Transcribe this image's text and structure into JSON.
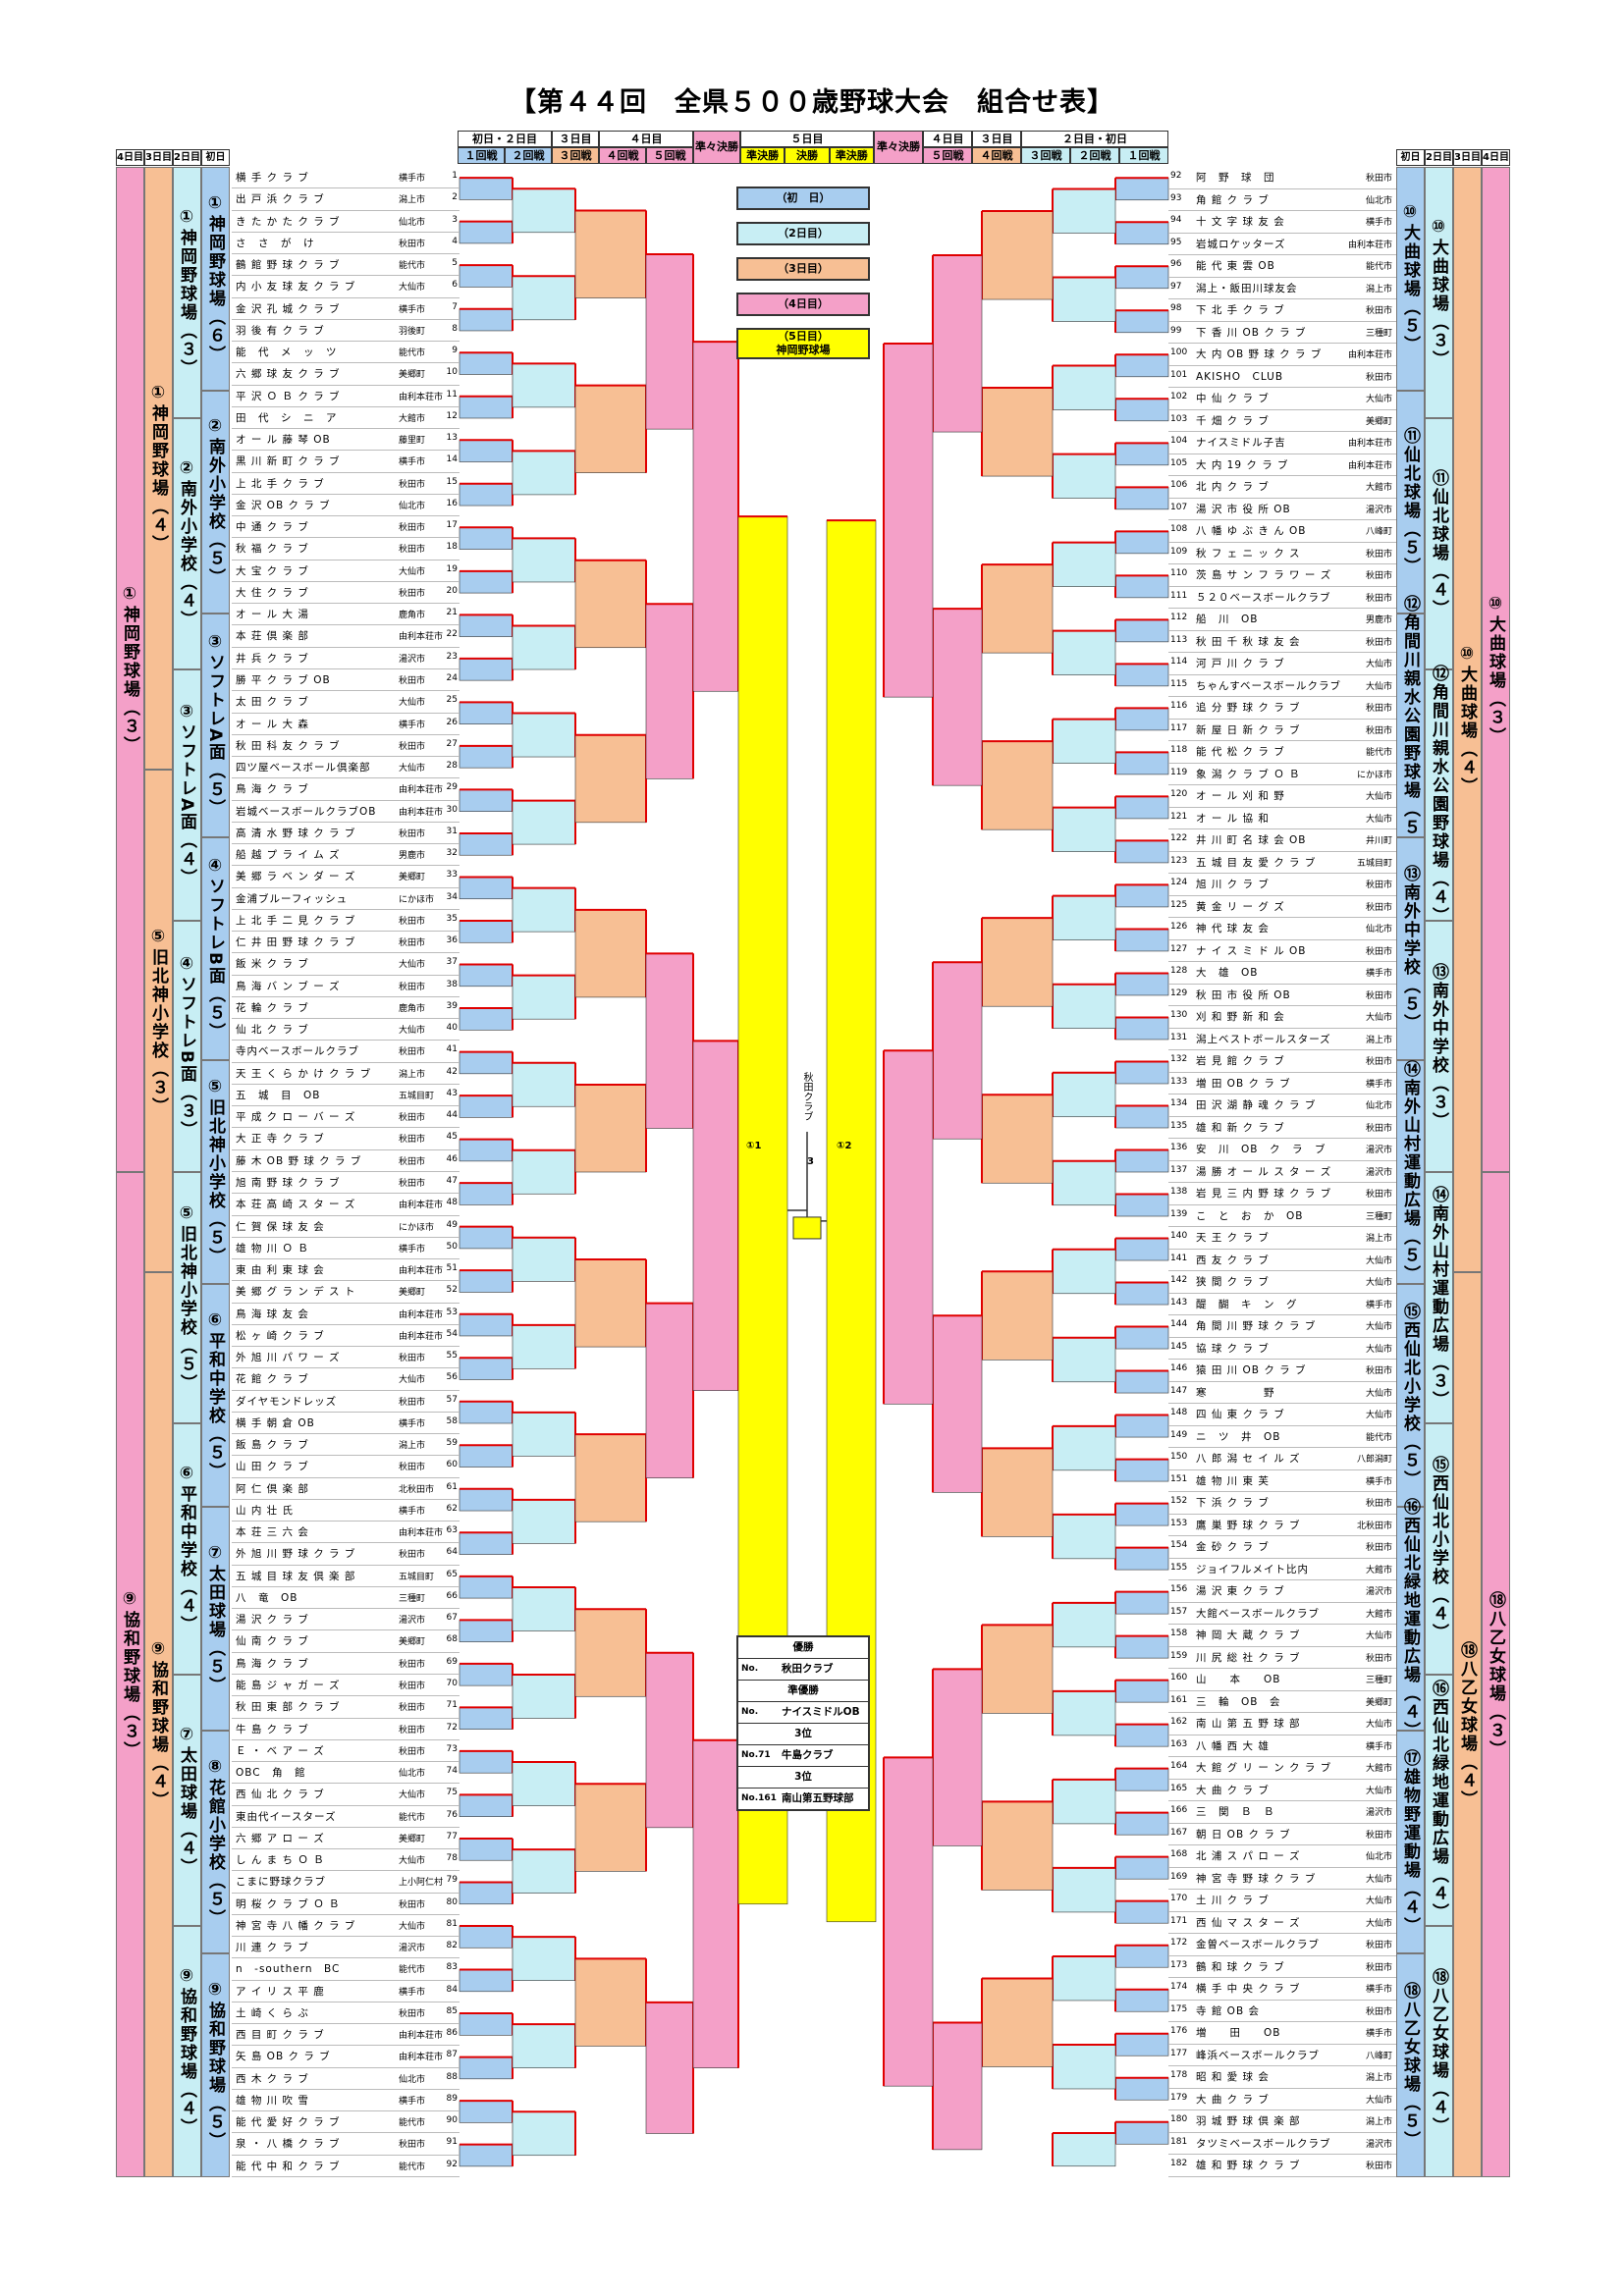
{
  "title": "【第４４回　全県５００歳野球大会　組合せ表】",
  "header": {
    "left": [
      {
        "label": "初日・２日目",
        "sub": [
          "１回戦",
          "２回戦"
        ]
      },
      {
        "label": "３日目",
        "sub": [
          "３回戦"
        ]
      },
      {
        "label": "４日目",
        "sub": [
          "４回戦",
          "５回戦"
        ]
      },
      {
        "label": "準々決勝",
        "sub": []
      }
    ],
    "center": {
      "label": "５日目",
      "sub": [
        "準決勝",
        "決勝",
        "準決勝"
      ]
    },
    "right": [
      {
        "label": "準々決勝",
        "sub": []
      },
      {
        "label": "４日目",
        "sub": [
          "５回戦"
        ]
      },
      {
        "label": "３日目",
        "sub": [
          "４回戦"
        ]
      },
      {
        "label": "２日目・初日",
        "sub": [
          "３回戦",
          "２回戦",
          "１回戦"
        ]
      }
    ],
    "day_cols_left": [
      "4日目",
      "3日目",
      "2日目",
      "初日"
    ],
    "day_cols_right": [
      "初日",
      "2日目",
      "3日目",
      "4日目"
    ]
  },
  "colors": {
    "day1": "#a8cdef",
    "day2": "#c8eef4",
    "day3": "#f7bf94",
    "day4": "#f4a0c8",
    "day5": "#ffff00",
    "line": "#e00000"
  },
  "legend": [
    {
      "label": "（初　日）",
      "color": "#a8cdef"
    },
    {
      "label": "（2日目）",
      "color": "#c8eef4"
    },
    {
      "label": "（3日目）",
      "color": "#f7bf94"
    },
    {
      "label": "（4日目）",
      "color": "#f4a0c8"
    },
    {
      "label": "（5日目）\n神岡野球場",
      "color": "#ffff00"
    }
  ],
  "venues_left": {
    "day4": [
      {
        "name": "①神岡野球場（３）"
      },
      {
        "name": "⑨協和野球場（３）"
      }
    ],
    "day3": [
      {
        "name": "①神岡野球場（４）"
      },
      {
        "name": "⑤旧北神小学校（３）"
      },
      {
        "name": "⑨協和野球場（４）"
      }
    ],
    "day2": [
      {
        "name": "①神岡野球場（３）"
      },
      {
        "name": "②南外小学校（４）"
      },
      {
        "name": "③ソフトレA面（４）"
      },
      {
        "name": "④ソフトレB面（３）"
      },
      {
        "name": "⑤旧北神小学校（５）"
      },
      {
        "name": "⑥平和中学校（４）"
      },
      {
        "name": "⑦太田球場（４）"
      },
      {
        "name": "⑨協和野球場（４）"
      }
    ],
    "day1": [
      {
        "name": "①神岡野球場（６）"
      },
      {
        "name": "②南外小学校（５）"
      },
      {
        "name": "③ソフトレA面（５）"
      },
      {
        "name": "④ソフトレB面（５）"
      },
      {
        "name": "⑤旧北神小学校（５）"
      },
      {
        "name": "⑥平和中学校（５）"
      },
      {
        "name": "⑦太田球場（５）"
      },
      {
        "name": "⑧花館小学校（５）"
      },
      {
        "name": "⑨協和野球場（５）"
      }
    ]
  },
  "venues_right": {
    "day1": [
      {
        "name": "⑩大曲球場（５）"
      },
      {
        "name": "⑪仙北球場（５）"
      },
      {
        "name": "⑫角間川親水公園野球場（５）"
      },
      {
        "name": "⑬南外中学校（５）"
      },
      {
        "name": "⑭南外山村運動広場（５）"
      },
      {
        "name": "⑮西仙北小学校（５）"
      },
      {
        "name": "⑯西仙北緑地運動広場（４）"
      },
      {
        "name": "⑰雄物野運動場（４）"
      },
      {
        "name": "⑱八乙女球場（５）"
      }
    ],
    "day2": [
      {
        "name": "⑩大曲球場（３）"
      },
      {
        "name": "⑪仙北球場（４）"
      },
      {
        "name": "⑫角間川親水公園野球場（４）"
      },
      {
        "name": "⑬南外中学校（３）"
      },
      {
        "name": "⑭南外山村運動広場（３）"
      },
      {
        "name": "⑮西仙北小学校（４）"
      },
      {
        "name": "⑯西仙北緑地運動広場（４）"
      },
      {
        "name": "⑱八乙女球場（４）"
      }
    ],
    "day3": [
      {
        "name": "⑩大曲球場（４）"
      },
      {
        "name": "⑱八乙女球場（４）"
      }
    ],
    "day4": [
      {
        "name": "⑩大曲球場（３）"
      },
      {
        "name": "⑱八乙女球場（３）"
      }
    ]
  },
  "teams_left": [
    {
      "no": "1",
      "name": "横 手 ク ラ ブ",
      "city": "横手市"
    },
    {
      "no": "2",
      "name": "出 戸 浜 ク ラ ブ",
      "city": "潟上市"
    },
    {
      "no": "3",
      "name": "き た か た ク ラ ブ",
      "city": "仙北市"
    },
    {
      "no": "4",
      "name": "さ　さ　が　け",
      "city": "秋田市"
    },
    {
      "no": "5",
      "name": "鶴 館 野 球 ク ラ ブ",
      "city": "能代市"
    },
    {
      "no": "6",
      "name": "内 小 友 球 友 ク ラ ブ",
      "city": "大仙市"
    },
    {
      "no": "7",
      "name": "金 沢 孔 城 ク ラ ブ",
      "city": "横手市"
    },
    {
      "no": "8",
      "name": "羽 後 有 ク ラ ブ",
      "city": "羽後町"
    },
    {
      "no": "9",
      "name": "能　代　メ　ッ　ツ",
      "city": "能代市"
    },
    {
      "no": "10",
      "name": "六 郷 球 友 ク ラ ブ",
      "city": "美郷町"
    },
    {
      "no": "11",
      "name": "平 沢 Ｏ Ｂ ク ラ ブ",
      "city": "由利本荘市"
    },
    {
      "no": "12",
      "name": "田　代　シ　ニ　ア",
      "city": "大館市"
    },
    {
      "no": "13",
      "name": "オ ー ル 藤 琴 OB",
      "city": "藤里町"
    },
    {
      "no": "14",
      "name": "黒 川 新 町 ク ラ ブ",
      "city": "横手市"
    },
    {
      "no": "15",
      "name": "上 北 手 ク ラ ブ",
      "city": "秋田市"
    },
    {
      "no": "16",
      "name": "金 沢 OB ク ラ ブ",
      "city": "仙北市"
    },
    {
      "no": "17",
      "name": "中 通 ク ラ ブ",
      "city": "秋田市"
    },
    {
      "no": "18",
      "name": "秋 福 ク ラ ブ",
      "city": "秋田市"
    },
    {
      "no": "19",
      "name": "大 宝 ク ラ ブ",
      "city": "大仙市"
    },
    {
      "no": "20",
      "name": "大 住 ク ラ ブ",
      "city": "秋田市"
    },
    {
      "no": "21",
      "name": "オ ー ル 大 湯",
      "city": "鹿角市"
    },
    {
      "no": "22",
      "name": "本 荘 倶 楽 部",
      "city": "由利本荘市"
    },
    {
      "no": "23",
      "name": "井 兵 ク ラ ブ",
      "city": "湯沢市"
    },
    {
      "no": "24",
      "name": "勝 平 ク ラ ブ OB",
      "city": "秋田市"
    },
    {
      "no": "25",
      "name": "太 田 ク ラ ブ",
      "city": "大仙市"
    },
    {
      "no": "26",
      "name": "オ ー ル 大 森",
      "city": "横手市"
    },
    {
      "no": "27",
      "name": "秋 田 科 友 ク ラ ブ",
      "city": "秋田市"
    },
    {
      "no": "28",
      "name": "四ツ屋ベースボール倶楽部",
      "city": "大仙市"
    },
    {
      "no": "29",
      "name": "鳥 海 ク ラ ブ",
      "city": "由利本荘市"
    },
    {
      "no": "30",
      "name": "岩城ベースボールクラブOB",
      "city": "由利本荘市"
    },
    {
      "no": "31",
      "name": "高 清 水 野 球 ク ラ ブ",
      "city": "秋田市"
    },
    {
      "no": "32",
      "name": "船 越 プ ラ イ ム ズ",
      "city": "男鹿市"
    },
    {
      "no": "33",
      "name": "美 郷 ラ ベ ン ダ ー ズ",
      "city": "美郷町"
    },
    {
      "no": "34",
      "name": "金浦ブルーフィッシュ",
      "city": "にかほ市"
    },
    {
      "no": "35",
      "name": "上 北 手 二 見 ク ラ ブ",
      "city": "秋田市"
    },
    {
      "no": "36",
      "name": "仁 井 田 野 球 ク ラ ブ",
      "city": "秋田市"
    },
    {
      "no": "37",
      "name": "飯 米 ク ラ ブ",
      "city": "大仙市"
    },
    {
      "no": "38",
      "name": "鳥 海 バ ン ブ ー ズ",
      "city": "秋田市"
    },
    {
      "no": "39",
      "name": "花 輪 ク ラ ブ",
      "city": "鹿角市"
    },
    {
      "no": "40",
      "name": "仙 北 ク ラ ブ",
      "city": "大仙市"
    },
    {
      "no": "41",
      "name": "寺内ベースボールクラブ",
      "city": "秋田市"
    },
    {
      "no": "42",
      "name": "天 王 く ら か け ク ラ ブ",
      "city": "潟上市"
    },
    {
      "no": "43",
      "name": "五　城　目　OB",
      "city": "五城目町"
    },
    {
      "no": "44",
      "name": "平 成 ク ロ ー バ ー ズ",
      "city": "秋田市"
    },
    {
      "no": "45",
      "name": "大 正 寺 ク ラ ブ",
      "city": "秋田市"
    },
    {
      "no": "46",
      "name": "藤 木 OB 野 球 ク ラ ブ",
      "city": "秋田市"
    },
    {
      "no": "47",
      "name": "旭 南 野 球 ク ラ ブ",
      "city": "秋田市"
    },
    {
      "no": "48",
      "name": "本 荘 高 崎 ス タ ー ズ",
      "city": "由利本荘市"
    },
    {
      "no": "49",
      "name": "仁 賀 保 球 友 会",
      "city": "にかほ市"
    },
    {
      "no": "50",
      "name": "雄 物 川 Ｏ Ｂ",
      "city": "横手市"
    },
    {
      "no": "51",
      "name": "東 由 利 東 球 会",
      "city": "由利本荘市"
    },
    {
      "no": "52",
      "name": "美 郷 グ ラ ン デ ス ト",
      "city": "美郷町"
    },
    {
      "no": "53",
      "name": "鳥 海 球 友 会",
      "city": "由利本荘市"
    },
    {
      "no": "54",
      "name": "松 ヶ 崎 ク ラ ブ",
      "city": "由利本荘市"
    },
    {
      "no": "55",
      "name": "外 旭 川 パ ワ ー ズ",
      "city": "秋田市"
    },
    {
      "no": "56",
      "name": "花 館 ク ラ ブ",
      "city": "大仙市"
    },
    {
      "no": "57",
      "name": "ダイヤモンドレッズ",
      "city": "秋田市"
    },
    {
      "no": "58",
      "name": "横 手 朝 倉 OB",
      "city": "横手市"
    },
    {
      "no": "59",
      "name": "飯 島 ク ラ ブ",
      "city": "潟上市"
    },
    {
      "no": "60",
      "name": "山 田 ク ラ ブ",
      "city": "秋田市"
    },
    {
      "no": "61",
      "name": "阿 仁 倶 楽 部",
      "city": "北秋田市"
    },
    {
      "no": "62",
      "name": "山 内 壮 氏",
      "city": "横手市"
    },
    {
      "no": "63",
      "name": "本 荘 三 六 会",
      "city": "由利本荘市"
    },
    {
      "no": "64",
      "name": "外 旭 川 野 球 ク ラ ブ",
      "city": "秋田市"
    },
    {
      "no": "65",
      "name": "五 城 目 球 友 倶 楽 部",
      "city": "五城目町"
    },
    {
      "no": "66",
      "name": "八　竜　OB",
      "city": "三種町"
    },
    {
      "no": "67",
      "name": "湯 沢 ク ラ ブ",
      "city": "湯沢市"
    },
    {
      "no": "68",
      "name": "仙 南 ク ラ ブ",
      "city": "美郷町"
    },
    {
      "no": "69",
      "name": "鳥 海 ク ラ ブ",
      "city": "秋田市"
    },
    {
      "no": "70",
      "name": "能 島 ジ ャ ガ ー ズ",
      "city": "秋田市"
    },
    {
      "no": "71",
      "name": "秋 田 東 部 ク ラ ブ",
      "city": "秋田市"
    },
    {
      "no": "72",
      "name": "牛 島 ク ラ ブ",
      "city": "秋田市"
    },
    {
      "no": "73",
      "name": "Ｅ ・ ベ ア ー ズ",
      "city": "秋田市"
    },
    {
      "no": "74",
      "name": "OBC　角　館",
      "city": "仙北市"
    },
    {
      "no": "75",
      "name": "西 仙 北 ク ラ ブ",
      "city": "大仙市"
    },
    {
      "no": "76",
      "name": "東由代イースターズ",
      "city": "能代市"
    },
    {
      "no": "77",
      "name": "六 郷 ア ロ ー ズ",
      "city": "美郷町"
    },
    {
      "no": "78",
      "name": "し ん ま ち Ｏ Ｂ",
      "city": "大仙市"
    },
    {
      "no": "79",
      "name": "こまに野球クラブ",
      "city": "上小阿仁村"
    },
    {
      "no": "80",
      "name": "明 桜 ク ラ ブ Ｏ Ｂ",
      "city": "秋田市"
    },
    {
      "no": "81",
      "name": "神 宮 寺 八 幡 ク ラ ブ",
      "city": "大仙市"
    },
    {
      "no": "82",
      "name": "川 連 ク ラ ブ",
      "city": "湯沢市"
    },
    {
      "no": "83",
      "name": "n　-southern　BC",
      "city": "能代市"
    },
    {
      "no": "84",
      "name": "ア イ リ ス 平 鹿",
      "city": "横手市"
    },
    {
      "no": "85",
      "name": "土 崎 く ら ぶ",
      "city": "秋田市"
    },
    {
      "no": "86",
      "name": "西 目 町 ク ラ ブ",
      "city": "由利本荘市"
    },
    {
      "no": "87",
      "name": "矢 島 OB ク ラ ブ",
      "city": "由利本荘市"
    },
    {
      "no": "88",
      "name": "西 木 ク ラ ブ",
      "city": "仙北市"
    },
    {
      "no": "89",
      "name": "雄 物 川 吹 雪",
      "city": "横手市"
    },
    {
      "no": "90",
      "name": "能 代 愛 好 ク ラ ブ",
      "city": "能代市"
    },
    {
      "no": "91",
      "name": "泉 ・ 八 橋 ク ラ ブ",
      "city": "秋田市"
    },
    {
      "no": "92",
      "name": "能 代 中 和 ク ラ ブ",
      "city": "能代市"
    }
  ],
  "teams_right": [
    {
      "no": "92",
      "name": "阿　野　球　団",
      "city": "秋田市"
    },
    {
      "no": "93",
      "name": "角 館 ク ラ ブ",
      "city": "仙北市"
    },
    {
      "no": "94",
      "name": "十 文 字 球 友 会",
      "city": "横手市"
    },
    {
      "no": "95",
      "name": "岩城ロケッターズ",
      "city": "由利本荘市"
    },
    {
      "no": "96",
      "name": "能 代 東 雲 OB",
      "city": "能代市"
    },
    {
      "no": "97",
      "name": "潟上・飯田川球友会",
      "city": "潟上市"
    },
    {
      "no": "98",
      "name": "下 北 手 ク ラ ブ",
      "city": "秋田市"
    },
    {
      "no": "99",
      "name": "下 香 川 OB ク ラ ブ",
      "city": "三種町"
    },
    {
      "no": "100",
      "name": "大 内 OB 野 球 ク ラ ブ",
      "city": "由利本荘市"
    },
    {
      "no": "101",
      "name": "AKISHO　CLUB",
      "city": "秋田市"
    },
    {
      "no": "102",
      "name": "中 仙 ク ラ ブ",
      "city": "大仙市"
    },
    {
      "no": "103",
      "name": "千 畑 ク ラ ブ",
      "city": "美郷町"
    },
    {
      "no": "104",
      "name": "ナイスミドル子吉",
      "city": "由利本荘市"
    },
    {
      "no": "105",
      "name": "大 内 19 ク ラ ブ",
      "city": "由利本荘市"
    },
    {
      "no": "106",
      "name": "北 内 ク ラ ブ",
      "city": "大館市"
    },
    {
      "no": "107",
      "name": "湯 沢 市 役 所 OB",
      "city": "湯沢市"
    },
    {
      "no": "108",
      "name": "八 幡 ゆ ぶ き ん OB",
      "city": "八峰町"
    },
    {
      "no": "109",
      "name": "秋 フ ェ ニ ッ ク ス",
      "city": "秋田市"
    },
    {
      "no": "110",
      "name": "茨 島 サ ン フ ラ ワ ー ズ",
      "city": "秋田市"
    },
    {
      "no": "111",
      "name": "５２０ベースボールクラブ",
      "city": "秋田市"
    },
    {
      "no": "112",
      "name": "船　川　OB",
      "city": "男鹿市"
    },
    {
      "no": "113",
      "name": "秋 田 千 秋 球 友 会",
      "city": "秋田市"
    },
    {
      "no": "114",
      "name": "河 戸 川 ク ラ ブ",
      "city": "大仙市"
    },
    {
      "no": "115",
      "name": "ちゃんすベースボールクラブ",
      "city": "大仙市"
    },
    {
      "no": "116",
      "name": "追 分 野 球 ク ラ ブ",
      "city": "秋田市"
    },
    {
      "no": "117",
      "name": "新 屋 日 新 ク ラ ブ",
      "city": "秋田市"
    },
    {
      "no": "118",
      "name": "能 代 松 ク ラ ブ",
      "city": "能代市"
    },
    {
      "no": "119",
      "name": "象 潟 ク ラ ブ Ｏ Ｂ",
      "city": "にかほ市"
    },
    {
      "no": "120",
      "name": "オ ー ル 刈 和 野",
      "city": "大仙市"
    },
    {
      "no": "121",
      "name": "オ ー ル 協 和",
      "city": "大仙市"
    },
    {
      "no": "122",
      "name": "井 川 町 名 球 会 OB",
      "city": "井川町"
    },
    {
      "no": "123",
      "name": "五 城 目 友 愛 ク ラ ブ",
      "city": "五城目町"
    },
    {
      "no": "124",
      "name": "旭 川 ク ラ ブ",
      "city": "秋田市"
    },
    {
      "no": "125",
      "name": "黄 金 リ ー グ ズ",
      "city": "秋田市"
    },
    {
      "no": "126",
      "name": "神 代 球 友 会",
      "city": "仙北市"
    },
    {
      "no": "127",
      "name": "ナ イ ス ミ ド ル OB",
      "city": "秋田市"
    },
    {
      "no": "128",
      "name": "大　雄　OB",
      "city": "横手市"
    },
    {
      "no": "129",
      "name": "秋 田 市 役 所 OB",
      "city": "秋田市"
    },
    {
      "no": "130",
      "name": "刈 和 野 新 和 会",
      "city": "大仙市"
    },
    {
      "no": "131",
      "name": "潟上ベストボールスターズ",
      "city": "潟上市"
    },
    {
      "no": "132",
      "name": "岩 見 館 ク ラ ブ",
      "city": "秋田市"
    },
    {
      "no": "133",
      "name": "増 田 OB ク ラ ブ",
      "city": "横手市"
    },
    {
      "no": "134",
      "name": "田 沢 湖 静 魂 ク ラ ブ",
      "city": "仙北市"
    },
    {
      "no": "135",
      "name": "雄 和 新 ク ラ ブ",
      "city": "秋田市"
    },
    {
      "no": "136",
      "name": "安　川　OB　ク　ラ　ブ",
      "city": "湯沢市"
    },
    {
      "no": "137",
      "name": "湯 勝 オ ー ル ス タ ー ズ",
      "city": "湯沢市"
    },
    {
      "no": "138",
      "name": "岩 見 三 内 野 球 ク ラ ブ",
      "city": "秋田市"
    },
    {
      "no": "139",
      "name": "こ　と　お　か　OB",
      "city": "三種町"
    },
    {
      "no": "140",
      "name": "天 王 ク ラ ブ",
      "city": "潟上市"
    },
    {
      "no": "141",
      "name": "西 友 ク ラ ブ",
      "city": "大仙市"
    },
    {
      "no": "142",
      "name": "狭 間 ク ラ ブ",
      "city": "大仙市"
    },
    {
      "no": "143",
      "name": "醍　醐　キ　ン　グ",
      "city": "横手市"
    },
    {
      "no": "144",
      "name": "角 間 川 野 球 ク ラ ブ",
      "city": "大仙市"
    },
    {
      "no": "145",
      "name": "協 球 ク ラ ブ",
      "city": "大仙市"
    },
    {
      "no": "146",
      "name": "猿 田 川 OB ク ラ ブ",
      "city": "秋田市"
    },
    {
      "no": "147",
      "name": "寒　　　　　野",
      "city": "大仙市"
    },
    {
      "no": "148",
      "name": "四 仙 東 ク ラ ブ",
      "city": "大仙市"
    },
    {
      "no": "149",
      "name": "ニ　ツ　井　OB",
      "city": "能代市"
    },
    {
      "no": "150",
      "name": "八 郎 潟 セ イ ル ズ",
      "city": "八郎潟町"
    },
    {
      "no": "151",
      "name": "雄 物 川 東 芙",
      "city": "横手市"
    },
    {
      "no": "152",
      "name": "下 浜 ク ラ ブ",
      "city": "秋田市"
    },
    {
      "no": "153",
      "name": "鷹 巣 野 球 ク ラ ブ",
      "city": "北秋田市"
    },
    {
      "no": "154",
      "name": "金 砂 ク ラ ブ",
      "city": "秋田市"
    },
    {
      "no": "155",
      "name": "ジョイフルメイト比内",
      "city": "大館市"
    },
    {
      "no": "156",
      "name": "湯 沢 東 ク ラ ブ",
      "city": "湯沢市"
    },
    {
      "no": "157",
      "name": "大館ベースボールクラブ",
      "city": "大館市"
    },
    {
      "no": "158",
      "name": "神 岡 大 蔵 ク ラ ブ",
      "city": "大仙市"
    },
    {
      "no": "159",
      "name": "川 尻 総 社 ク ラ ブ",
      "city": "秋田市"
    },
    {
      "no": "160",
      "name": "山　　本　　OB",
      "city": "三種町"
    },
    {
      "no": "161",
      "name": "三　輪　OB　会",
      "city": "美郷町"
    },
    {
      "no": "162",
      "name": "南 山 第 五 野 球 部",
      "city": "大仙市"
    },
    {
      "no": "163",
      "name": "八 幡 西 大 雄",
      "city": "横手市"
    },
    {
      "no": "164",
      "name": "大 館 グ リ ー ン ク ラ ブ",
      "city": "大館市"
    },
    {
      "no": "165",
      "name": "大 曲 ク ラ ブ",
      "city": "大仙市"
    },
    {
      "no": "166",
      "name": "三　関　Ｂ　Ｂ",
      "city": "湯沢市"
    },
    {
      "no": "167",
      "name": "朝 日 OB ク ラ ブ",
      "city": "秋田市"
    },
    {
      "no": "168",
      "name": "北 浦 ス パ ロ ー ズ",
      "city": "仙北市"
    },
    {
      "no": "169",
      "name": "神 宮 寺 野 球 ク ラ ブ",
      "city": "大仙市"
    },
    {
      "no": "170",
      "name": "土 川 ク ラ ブ",
      "city": "大仙市"
    },
    {
      "no": "171",
      "name": "西 仙 マ ス タ ー ズ",
      "city": "大仙市"
    },
    {
      "no": "172",
      "name": "金曽ベースボールクラブ",
      "city": "秋田市"
    },
    {
      "no": "173",
      "name": "鶴 和 球 ク ラ ブ",
      "city": "秋田市"
    },
    {
      "no": "174",
      "name": "横 手 中 央 ク ラ ブ",
      "city": "横手市"
    },
    {
      "no": "175",
      "name": "寺 館 OB 会",
      "city": "秋田市"
    },
    {
      "no": "176",
      "name": "増　　田　　OB",
      "city": "横手市"
    },
    {
      "no": "177",
      "name": "峰浜ベースボールクラブ",
      "city": "八峰町"
    },
    {
      "no": "178",
      "name": "昭 和 愛 球 会",
      "city": "潟上市"
    },
    {
      "no": "179",
      "name": "大 曲 ク ラ ブ",
      "city": "大仙市"
    },
    {
      "no": "180",
      "name": "羽 城 野 球 倶 楽 部",
      "city": "潟上市"
    },
    {
      "no": "181",
      "name": "タツミベースボールクラブ",
      "city": "湯沢市"
    },
    {
      "no": "182",
      "name": "雄 和 野 球 ク ラ ブ",
      "city": "秋田市"
    }
  ],
  "final": {
    "champion_team": "秋田クラブ",
    "score_label": "3",
    "semi_left": "①1",
    "semi_right": "①2"
  },
  "results": [
    {
      "key": "",
      "value": "優勝",
      "center": true
    },
    {
      "key": "No.",
      "value": "秋田クラブ",
      "center": false
    },
    {
      "key": "",
      "value": "準優勝",
      "center": true
    },
    {
      "key": "No.",
      "value": "ナイスミドルOB",
      "center": false
    },
    {
      "key": "",
      "value": "3位",
      "center": true
    },
    {
      "key": "No.71",
      "value": "牛島クラブ",
      "center": false
    },
    {
      "key": "",
      "value": "3位",
      "center": true
    },
    {
      "key": "No.161",
      "value": "南山第五野球部",
      "center": false
    }
  ]
}
